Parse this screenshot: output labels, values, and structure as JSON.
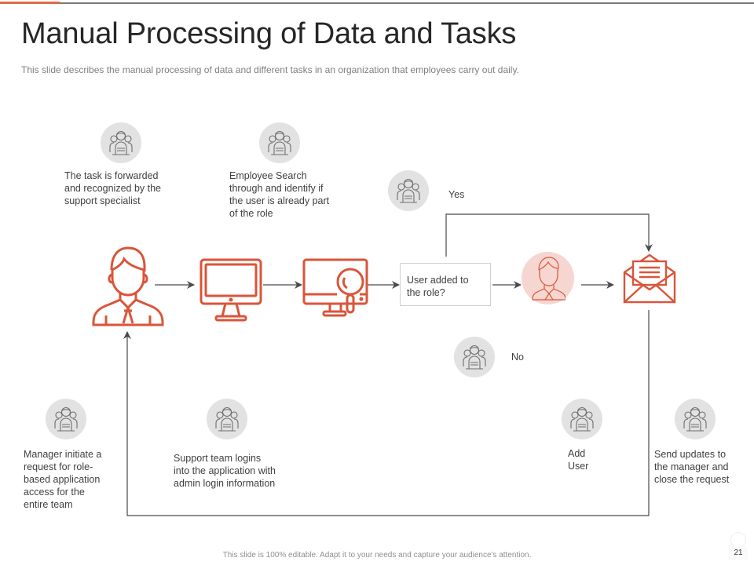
{
  "slide": {
    "title": "Manual Processing of Data and Tasks",
    "subtitle": "This slide describes the manual processing of data and different tasks in an organization that employees carry out daily.",
    "footer": "This slide is 100% editable. Adapt it to your needs and capture your audience's attention.",
    "page_number": "21"
  },
  "colors": {
    "accent": "#e0694a",
    "icon_stroke": "#d9553a",
    "connector": "#4a4a4a",
    "people_bg": "#e2e2e3",
    "user_circle_bg": "#f6d6d0"
  },
  "steps": [
    {
      "id": "manager-request",
      "icon": "team-icon",
      "text": [
        "Manager initiate a",
        "request for role-",
        "based application",
        "access for the",
        "entire team"
      ]
    },
    {
      "id": "task-forwarded",
      "icon": "team-icon",
      "text": [
        "The task is forwarded",
        "and recognized by the",
        "support specialist"
      ]
    },
    {
      "id": "support-login",
      "icon": "team-icon",
      "text": [
        "Support team logins",
        "into the application with",
        "admin login information"
      ]
    },
    {
      "id": "employee-search",
      "icon": "team-icon",
      "text": [
        "Employee Search",
        "through and identify if",
        "the user is already part",
        "of the role"
      ]
    },
    {
      "id": "branch-yes",
      "icon": "team-icon",
      "text": [
        "Yes"
      ]
    },
    {
      "id": "branch-no",
      "icon": "team-icon",
      "text": [
        "No"
      ]
    },
    {
      "id": "add-user",
      "icon": "team-icon",
      "text": [
        "Add",
        "User"
      ]
    },
    {
      "id": "send-updates",
      "icon": "team-icon",
      "text": [
        "Send updates to",
        "the manager and",
        "close the request"
      ]
    }
  ],
  "flow": {
    "decision": [
      "User added to",
      "the role?"
    ],
    "nodes": [
      "manager-icon",
      "monitor-icon",
      "monitor-search-icon",
      "decision-box",
      "user-icon",
      "envelope-icon"
    ]
  }
}
